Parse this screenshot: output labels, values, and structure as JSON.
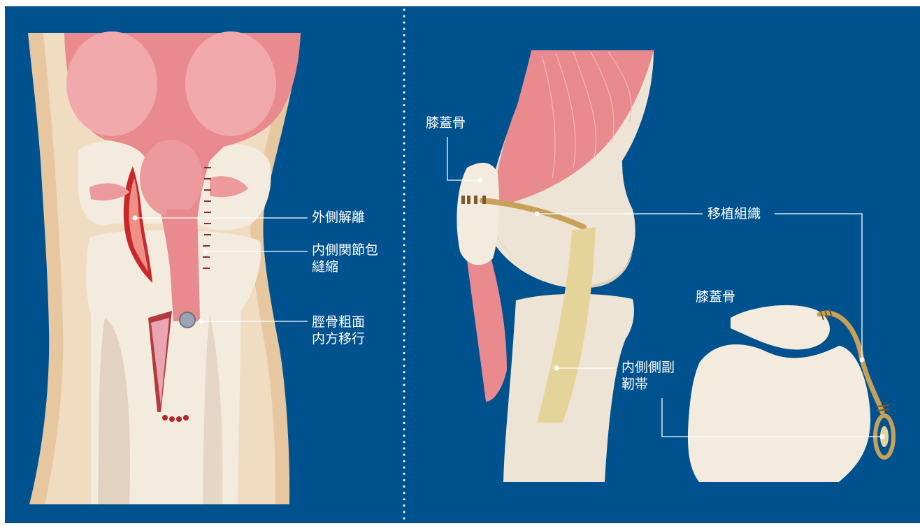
{
  "colors": {
    "background": "#00528f",
    "frame": "#ffffff",
    "muscle": "#e8848a",
    "bone": "#f2e9dc",
    "skin": "#e6c9a4",
    "graft": "#c8a05a",
    "mcl": "#e5d49a",
    "label_text": "#ffffff"
  },
  "left_panel": {
    "labels": {
      "lateral_release": "外側解離",
      "medial_capsule_line1": "内側関節包",
      "medial_capsule_line2": "縫縮",
      "tibial_tubercle_line1": "脛骨粗面",
      "tibial_tubercle_line2": "内方移行"
    }
  },
  "right_panel": {
    "labels": {
      "patella_top": "膝蓋骨",
      "graft": "移植組織",
      "patella_inset": "膝蓋骨",
      "mcl_line1": "内側側副",
      "mcl_line2": "靭帯"
    }
  }
}
